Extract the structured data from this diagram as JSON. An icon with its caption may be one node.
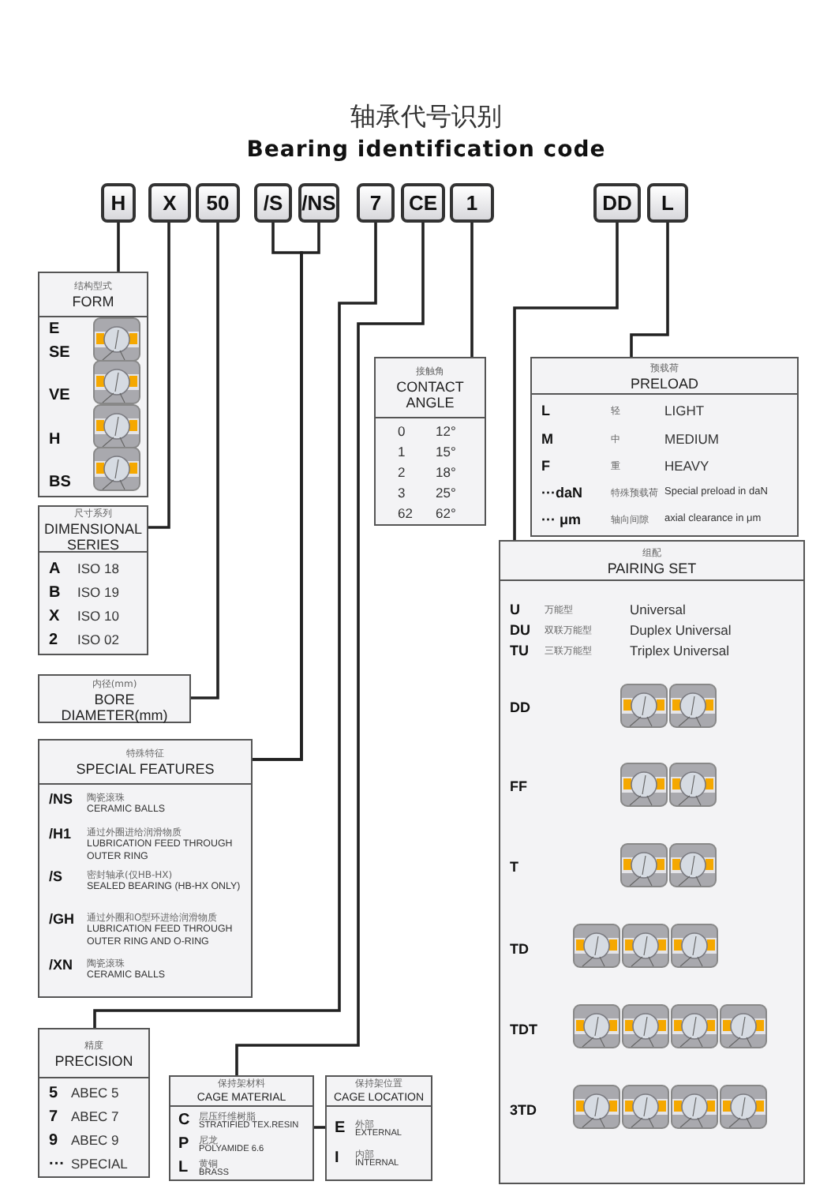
{
  "diagram": {
    "title": "轴承代号识别",
    "nodes": [
      {
        "text": [
          "H"
        ]
      },
      {
        "text": [
          "X"
        ]
      },
      {
        "text": [
          "50"
        ]
      },
      {
        "text": [
          "/S"
        ]
      },
      {
        "text": [
          "/NS"
        ]
      },
      {
        "text": [
          "7"
        ]
      },
      {
        "text": [
          "CE"
        ]
      },
      {
        "text": [
          "1"
        ]
      },
      {
        "text": [
          "DD"
        ]
      },
      {
        "text": [
          "L"
        ]
      },
      {
        "text": [
          "结构型式",
          "FORM",
          "E",
          "SE",
          "VE",
          "H",
          "BS"
        ]
      },
      {
        "text": [
          "接触角",
          "CONTACT ANGLE",
          "0",
          "12°",
          "1",
          "15°",
          "2",
          "18°",
          "3",
          "25°",
          "62",
          "62°"
        ]
      },
      {
        "text": [
          "预载荷",
          "PRELOAD",
          "L",
          "轻",
          "LIGHT",
          "M",
          "中",
          "MEDIUM",
          "F",
          "重",
          "HEAVY",
          "···daN",
          "特殊预载荷",
          "Special preload in daN",
          "··· μm",
          "轴向间隙",
          "axial clearance in μm"
        ]
      },
      {
        "text": [
          "尺寸系列",
          "DIMENSIONAL SERIES",
          "A",
          "ISO 18",
          "B",
          "ISO 19",
          "X",
          "ISO 10",
          "2",
          "ISO 02"
        ]
      },
      {
        "text": [
          "组配",
          "PAIRING SET",
          "U",
          "万能型",
          "Universal",
          "DU",
          "双联万能型",
          "Duplex Universal",
          "TU",
          "三联万能型",
          "Triplex Universal",
          "DD",
          "FF",
          "T",
          "TD",
          "TDT",
          "3TD"
        ]
      },
      {
        "text": [
          "内径(mm)",
          "BORE DIAMETER(mm)"
        ]
      },
      {
        "text": [
          "特殊特征",
          "SPECIAL FEATURES",
          "/NS",
          "陶瓷滚珠",
          "CERAMIC BALLS",
          "/H1",
          "通过外圈进给润滑物质",
          "LUBRICATION FEED THROUGH OUTER RING",
          "/S",
          "密封轴承(仅HB-HX)",
          "SEALED BEARING (HB-HX ONLY)",
          "/GH",
          "通过外圈和O型环进给润滑物质",
          "LUBRICATION FEED THROUGH OUTER RING AND O-RING",
          "/XN",
          "陶瓷滚珠",
          "CERAMIC BALLS"
        ]
      },
      {
        "text": [
          "精度",
          "PRECISION",
          "5",
          "ABEC 5",
          "7",
          "ABEC 7",
          "9",
          "ABEC 9",
          "···",
          "SPECIAL"
        ]
      },
      {
        "text": [
          "保持架材料",
          "CAGE MATERIAL",
          "C",
          "层压纤维树脂",
          "STRATIFIED TEX.RESIN",
          "P",
          "尼龙",
          "POLYAMIDE 6.6",
          "L",
          "黄铜",
          "BRASS"
        ]
      },
      {
        "text": [
          "保持架位置",
          "CAGE LOCATION",
          "E",
          "外部",
          "EXTERNAL",
          "I",
          "内部",
          "INTERNAL"
        ]
      }
    ],
    "edges": [
      {
        "from": 0,
        "to": 10,
        "arrow": "none"
      },
      {
        "from": 1,
        "to": 13,
        "arrow": "none"
      },
      {
        "from": 2,
        "to": 15,
        "arrow": "none"
      },
      {
        "from": 3,
        "to": 16,
        "arrow": "none"
      },
      {
        "from": 4,
        "to": 16,
        "arrow": "none"
      },
      {
        "from": 5,
        "to": 17,
        "arrow": "none"
      },
      {
        "from": 6,
        "to": 18,
        "arrow": "none"
      },
      {
        "from": 7,
        "to": 11,
        "arrow": "none"
      },
      {
        "from": 8,
        "to": 14,
        "arrow": "none"
      },
      {
        "from": 9,
        "to": 12,
        "arrow": "none"
      },
      {
        "from": 18,
        "to": 19,
        "arrow": "none"
      }
    ],
    "labels": [
      "Bearing identification code"
    ]
  }
}
